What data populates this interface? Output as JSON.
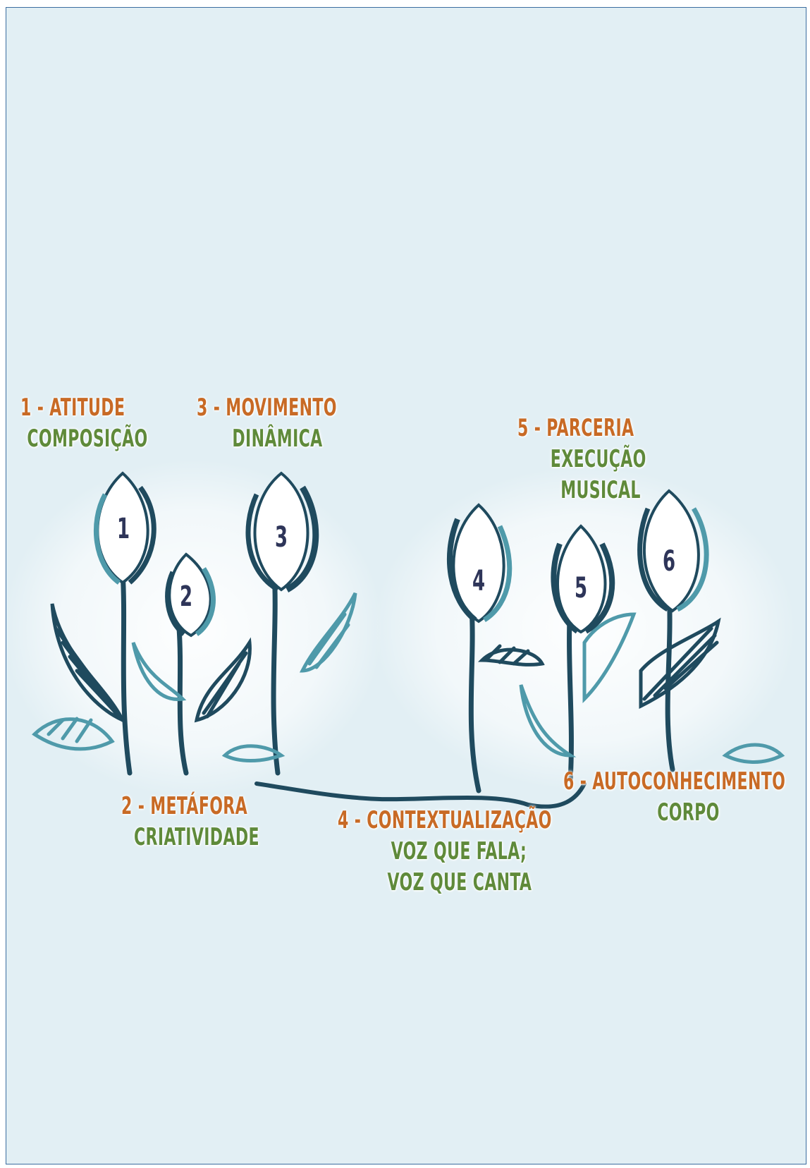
{
  "flowers": [
    {
      "number": "1",
      "title": "1 - ATITUDE",
      "subtitle": [
        "COMPOSIÇÃO"
      ]
    },
    {
      "number": "2",
      "title": "2 - METÁFORA",
      "subtitle": [
        "CRIATIVIDADE"
      ]
    },
    {
      "number": "3",
      "title": "3 - MOVIMENTO",
      "subtitle": [
        "DINÂMICA"
      ]
    },
    {
      "number": "4",
      "title": "4 - CONTEXTUALIZAÇÃO",
      "subtitle": [
        "VOZ QUE FALA;",
        "VOZ QUE CANTA"
      ]
    },
    {
      "number": "5",
      "title": "5 - PARCERIA",
      "subtitle": [
        "EXECUÇÃO",
        "MUSICAL"
      ]
    },
    {
      "number": "6",
      "title": "6 - AUTOCONHECIMENTO",
      "subtitle": [
        "CORPO"
      ]
    }
  ],
  "colors": {
    "background": "#e2eff4",
    "title": "#c86a25",
    "subtitle": "#5f8a3a",
    "number": "#2e3559",
    "dark_stroke": "#1f4a5e",
    "light_stroke": "#4f9aaa"
  }
}
